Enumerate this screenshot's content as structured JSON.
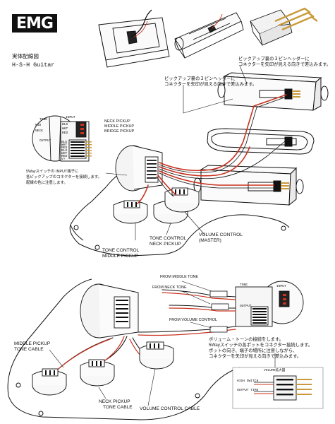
{
  "header": {
    "brand": "EMG",
    "title_jp": "実体配線図",
    "title_sub": "H-S-H Guitar"
  },
  "notes": {
    "header_top_line1": "ピックアップ裏の３ピンヘッダーに",
    "header_top_line2": "コネクターを矢印が見える向きで差込みます。",
    "header_mid_line1": "ピックアップ裏の３ピンヘッダーに",
    "header_mid_line2": "コネクターを矢印が見える向きで差込みます。",
    "switch_line1": "5Wayスイッチの INPUT端子に",
    "switch_line2": "各ピックアップのコネクターを接続します。",
    "switch_line3": "配線の色に注意します。",
    "bottom_line1": "ボリューム・トーンの接続をします。",
    "bottom_line2": "5Wayスイッチの各ポットをコネクター接続します。",
    "bottom_line3": "ポットの向き、端子の場所に注意しながら、",
    "bottom_line4": "コネクターを矢印が見える向きで差込みます。"
  },
  "switch_board": {
    "input": "INPUT",
    "tone": "TONE",
    "output": "OUTPUT",
    "mid": "MID",
    "neck": "NECK",
    "input_pins": [
      "BLK",
      "WHT",
      "RED"
    ],
    "output_pins": [
      "BLK",
      "WHT",
      "RED",
      "BLK",
      "WHT",
      "RED",
      "V+"
    ],
    "input_legend": [
      "NECK PICKUP",
      "MIDDLE PICKUP",
      "BRIDGE PICKUP"
    ]
  },
  "labels": {
    "tone_middle_1": "TONE CONTROL",
    "tone_middle_2": "MIDDLE PICKUP",
    "tone_neck_1": "TONE CONTROL",
    "tone_neck_2": "NECK PICKUP",
    "volume_1": "VOLUME CONTROL",
    "volume_2": "(MASTER)",
    "from_middle_tone": "FROM MIDDLE TONE",
    "from_neck_tone": "FROM NECK TONE",
    "from_volume": "FROM VOLUME CONTROL",
    "middle_cable_1": "MIDDLE PICKUP",
    "middle_cable_2": "TONE CABLE",
    "neck_cable_1": "NECK PICKUP",
    "neck_cable_2": "TONE CABLE",
    "volume_cable": "VOLUME CONTROL CABLE",
    "volume_detail": "VOLUME拡大図",
    "detail_high": "HIGH SWITCH",
    "detail_output": "OUTPUT TIME"
  },
  "colors": {
    "red_wire": "#c8321e",
    "white_wire": "#f4f0e8",
    "black_wire": "#1a1a1a",
    "green_board": "#6a7a55",
    "gold_pin": "#c89a3a"
  }
}
